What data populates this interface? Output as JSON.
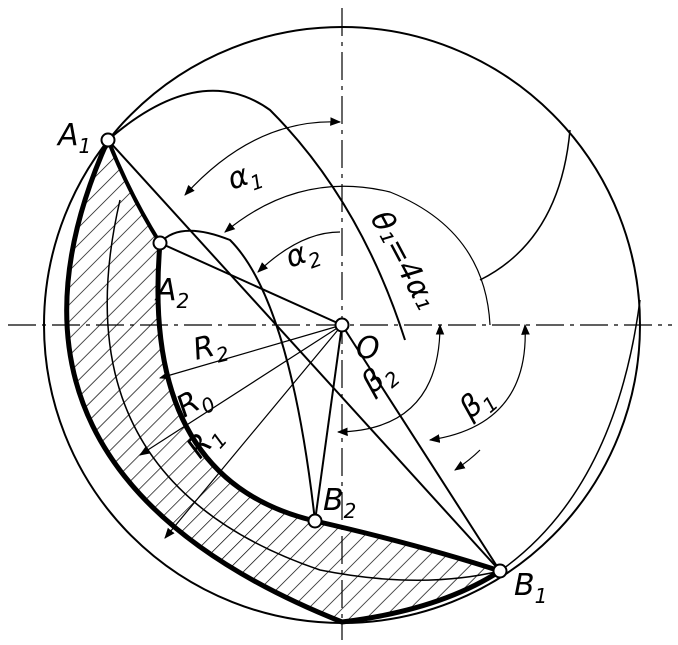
{
  "labels": {
    "A1": {
      "main": "A",
      "sub": "1"
    },
    "A2": {
      "main": "A",
      "sub": "2"
    },
    "B1": {
      "main": "B",
      "sub": "1"
    },
    "B2": {
      "main": "B",
      "sub": "2"
    },
    "O": {
      "main": "O",
      "sub": ""
    },
    "R2": {
      "main": "R",
      "sub": "2"
    },
    "R0": {
      "main": "R",
      "sub": "0"
    },
    "R1": {
      "main": "R",
      "sub": "1"
    },
    "alpha1": {
      "main": "α",
      "sub": "1"
    },
    "alpha2": {
      "main": "α",
      "sub": "2"
    },
    "beta1": {
      "main": "β",
      "sub": "1"
    },
    "beta2": {
      "main": "β",
      "sub": "2"
    },
    "theta": "θ₁=4α₁"
  }
}
